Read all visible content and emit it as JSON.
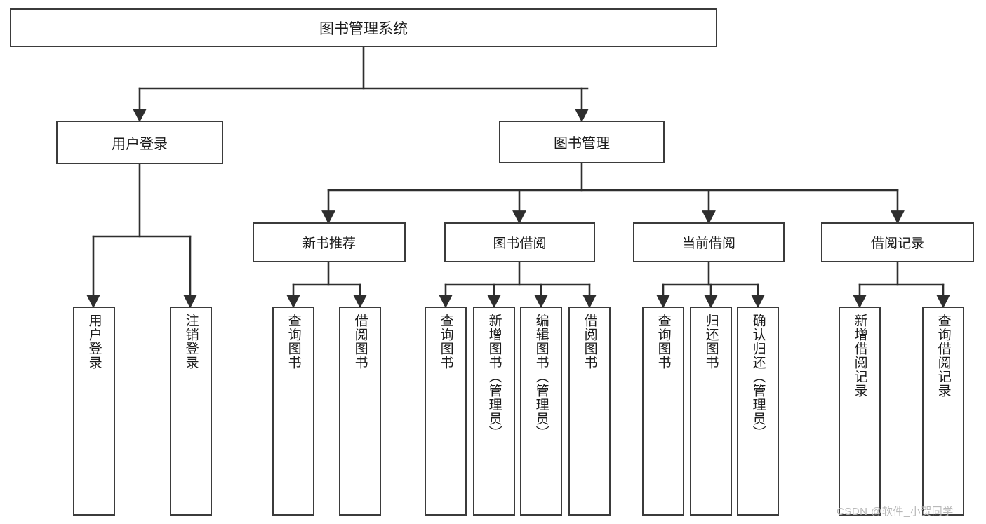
{
  "diagram": {
    "type": "tree-hierarchy",
    "title": "图书管理系统",
    "root": {
      "id": "root",
      "label": "图书管理系统",
      "level": 0
    },
    "level1": [
      {
        "id": "user-login",
        "label": "用户登录",
        "level": 1
      },
      {
        "id": "book-management",
        "label": "图书管理",
        "level": 1
      }
    ],
    "level2": [
      {
        "id": "new-book-recommend",
        "label": "新书推荐",
        "level": 2,
        "parent": "book-management"
      },
      {
        "id": "book-borrow",
        "label": "图书借阅",
        "level": 2,
        "parent": "book-management"
      },
      {
        "id": "current-borrow",
        "label": "当前借阅",
        "level": 2,
        "parent": "book-management"
      },
      {
        "id": "borrow-record",
        "label": "借阅记录",
        "level": 2,
        "parent": "book-management"
      }
    ],
    "leaves": [
      {
        "id": "leaf-user-login",
        "label": "用户登录",
        "parent": "user-login"
      },
      {
        "id": "leaf-logout-login",
        "label": "注销登录",
        "parent": "user-login"
      },
      {
        "id": "leaf-query-book-1",
        "label": "查询图书",
        "parent": "new-book-recommend"
      },
      {
        "id": "leaf-borrow-book-1",
        "label": "借阅图书",
        "parent": "new-book-recommend"
      },
      {
        "id": "leaf-query-book-2",
        "label": "查询图书",
        "parent": "book-borrow"
      },
      {
        "id": "leaf-add-book",
        "label": "新增图书（管理员）",
        "parent": "book-borrow"
      },
      {
        "id": "leaf-edit-book",
        "label": "编辑图书（管理员）",
        "parent": "book-borrow"
      },
      {
        "id": "leaf-borrow-book-2",
        "label": "借阅图书",
        "parent": "book-borrow"
      },
      {
        "id": "leaf-query-book-3",
        "label": "查询图书",
        "parent": "current-borrow"
      },
      {
        "id": "leaf-return-book",
        "label": "归还图书",
        "parent": "current-borrow"
      },
      {
        "id": "leaf-confirm-return",
        "label": "确认归还（管理员）",
        "parent": "current-borrow"
      },
      {
        "id": "leaf-add-record",
        "label": "新增借阅记录",
        "parent": "borrow-record"
      },
      {
        "id": "leaf-query-record",
        "label": "查询借阅记录",
        "parent": "borrow-record"
      }
    ],
    "watermark": "CSDN @软件_小贺同学",
    "colors": {
      "stroke": "#3b3b3b",
      "text": "#1b1b1b",
      "background": "#ffffff",
      "watermark": "#b9b9b9"
    }
  }
}
